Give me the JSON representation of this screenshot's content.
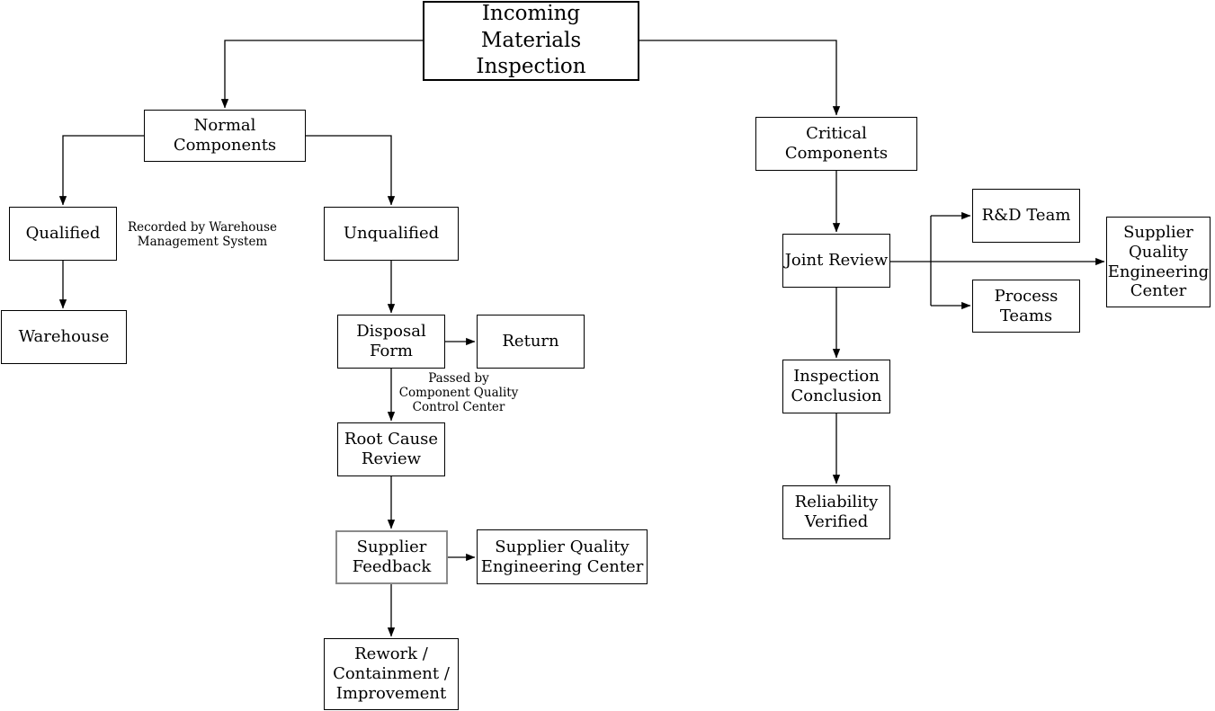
{
  "diagram": {
    "type": "flowchart",
    "background": "#ffffff",
    "nodes": {
      "incoming": {
        "label": "Incoming\nMaterials Inspection"
      },
      "normal_components": {
        "label": "Normal Components"
      },
      "qualified": {
        "label": "Qualified"
      },
      "unqualified": {
        "label": "Unqualified"
      },
      "warehouse": {
        "label": "Warehouse"
      },
      "disposal_form": {
        "label": "Disposal\nForm"
      },
      "return": {
        "label": "Return"
      },
      "root_cause_review": {
        "label": "Root Cause\nReview"
      },
      "supplier_feedback": {
        "label": "Supplier\nFeedback"
      },
      "supplier_quality_engineering_center": {
        "label": "Supplier Quality\nEngineering Center"
      },
      "rework_containment_improvement": {
        "label": "Rework /\nContainment /\nImprovement"
      },
      "critical_components": {
        "label": "Critical Components"
      },
      "joint_review": {
        "label": "Joint Review"
      },
      "rd_team": {
        "label": "R&D Team"
      },
      "process_teams": {
        "label": "Process\nTeams"
      },
      "supplier_quality_engineering_center_2": {
        "label": "Supplier\nQuality\nEngineering\nCenter"
      },
      "inspection_conclusion": {
        "label": "Inspection\nConclusion"
      },
      "reliability_verified": {
        "label": "Reliability\nVerified"
      }
    },
    "annotations": {
      "recorded_by": "Recorded by Warehouse\nManagement System",
      "passed_by": "Passed by\nComponent Quality\nControl Center"
    },
    "edges": [
      {
        "from": "incoming",
        "to": "normal_components"
      },
      {
        "from": "incoming",
        "to": "critical_components"
      },
      {
        "from": "normal_components",
        "to": "qualified"
      },
      {
        "from": "normal_components",
        "to": "unqualified"
      },
      {
        "from": "qualified",
        "to": "warehouse"
      },
      {
        "from": "unqualified",
        "to": "disposal_form"
      },
      {
        "from": "disposal_form",
        "to": "return"
      },
      {
        "from": "disposal_form",
        "to": "root_cause_review"
      },
      {
        "from": "root_cause_review",
        "to": "supplier_feedback"
      },
      {
        "from": "supplier_feedback",
        "to": "supplier_quality_engineering_center"
      },
      {
        "from": "supplier_feedback",
        "to": "rework_containment_improvement"
      },
      {
        "from": "critical_components",
        "to": "joint_review"
      },
      {
        "from": "joint_review",
        "to": "rd_team"
      },
      {
        "from": "joint_review",
        "to": "process_teams"
      },
      {
        "from": "joint_review",
        "to": "supplier_quality_engineering_center_2"
      },
      {
        "from": "joint_review",
        "to": "inspection_conclusion"
      },
      {
        "from": "inspection_conclusion",
        "to": "reliability_verified"
      }
    ],
    "colors": {
      "line": "#000000",
      "node_border": "#000000",
      "node_fill": "#ffffff",
      "highlight_border": "#8a8a8a",
      "text": "#000000",
      "background": "#ffffff"
    }
  }
}
